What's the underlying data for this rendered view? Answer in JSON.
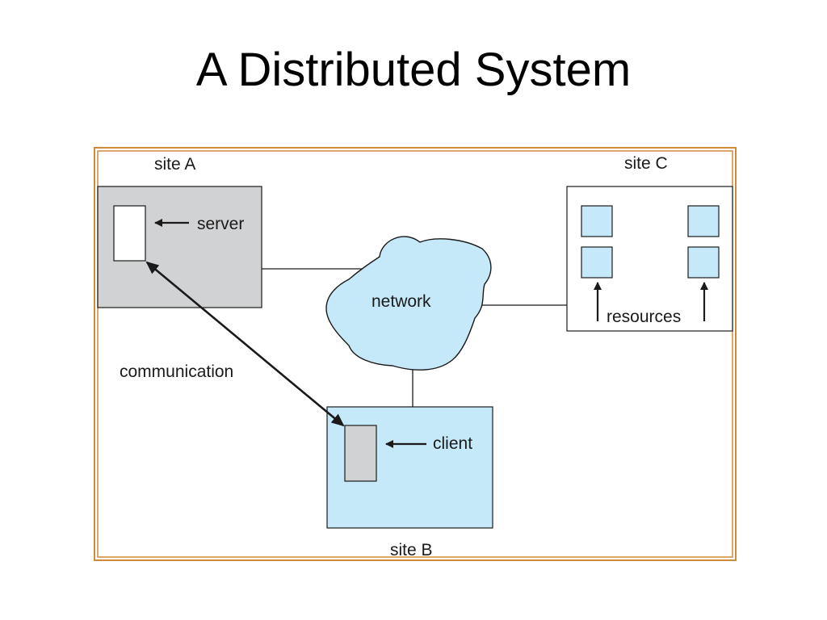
{
  "title": "A Distributed System",
  "diagram": {
    "sites": [
      {
        "id": "site-a",
        "label": "site A"
      },
      {
        "id": "site-b",
        "label": "site B"
      },
      {
        "id": "site-c",
        "label": "site C"
      }
    ],
    "labels": {
      "server": "server",
      "client": "client",
      "network": "network",
      "communication": "communication",
      "resources": "resources"
    },
    "colors": {
      "frame": "#d08a3c",
      "site_a_fill": "#d1d2d4",
      "site_b_fill": "#c6e9f9",
      "network_fill": "#c6e9f9",
      "resource_fill": "#c6e9f9",
      "server_fill": "#ffffff",
      "client_fill": "#d1d2d4",
      "line": "#1a1a1a"
    }
  }
}
